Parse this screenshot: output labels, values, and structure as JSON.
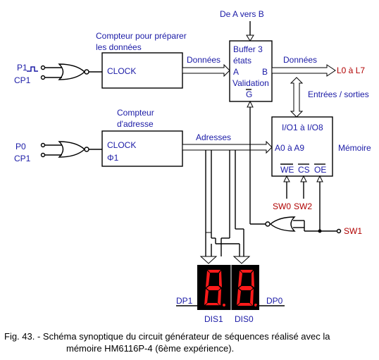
{
  "labels": {
    "direction": "De A vers B",
    "counter_data_title_1": "Compteur pour préparer",
    "counter_data_title_2": "les données",
    "counter_addr_title_1": "Compteur",
    "counter_addr_title_2": "d'adresse",
    "clock1": "CLOCK",
    "clock2": "CLOCK",
    "phi1": "Φ1",
    "donnees_in": "Données",
    "donnees_out": "Données",
    "adresses": "Adresses",
    "buffer_1": "Buffer 3",
    "buffer_2": "états",
    "buffer_a": "A",
    "buffer_b": "B",
    "buffer_validation": "Validation",
    "buffer_g": "G",
    "bus_out": "L0 à L7",
    "io_label": "Entrées / sorties",
    "mem_io": "I/O1 à I/O8",
    "mem_addr": "A0 à A9",
    "mem_title": "Mémoire",
    "mem_we": "WE",
    "mem_cs": "CS",
    "mem_oe": "OE",
    "sw0": "SW0",
    "sw2": "SW2",
    "sw1": "SW1",
    "p1": "P1",
    "cp1_a": "CP1",
    "p0": "P0",
    "cp1_b": "CP1",
    "dp1": "DP1",
    "dp0": "DP0",
    "dis1": "DIS1",
    "dis0": "DIS0"
  },
  "caption": {
    "line1": "Fig. 43. - Schéma synoptique du circuit générateur de séquences réalisé avec la",
    "line2": "mémoire HM6116P-4 (6ème expérience)."
  },
  "colors": {
    "text_blue": "#1a1aa6",
    "text_red": "#b00000",
    "segment_red": "#ff1a1a",
    "display_bg": "#000000"
  },
  "icons": {
    "gate1": "nor-gate-icon",
    "gate2": "nor-gate-icon",
    "gate3": "nor-gate-icon",
    "pulse": "pulse-icon",
    "display": "seven-segment-display-icon"
  }
}
